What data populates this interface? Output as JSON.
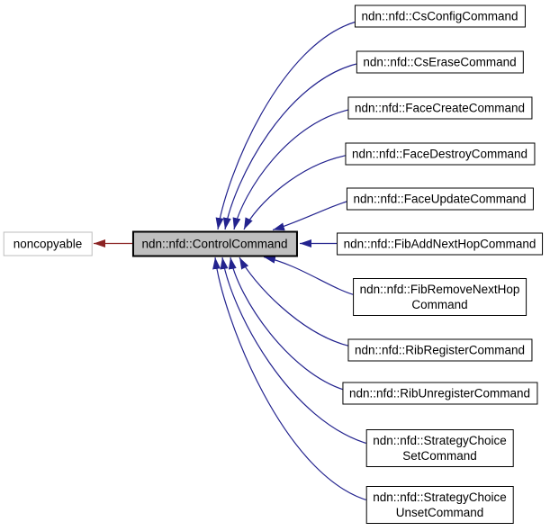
{
  "colors": {
    "edge_blue": "#23238e",
    "edge_red": "#8b2323",
    "main_node_fill": "#bfbfbf",
    "node_border": "#000000",
    "external_node_border": "#bdbdbd",
    "node_text": "#000000",
    "background": "#ffffff"
  },
  "diagram": {
    "type": "class-inheritance-graph",
    "base": {
      "label": "noncopyable",
      "relation_to_main": "private-inheritance"
    },
    "main": {
      "label": "ndn::nfd::ControlCommand"
    },
    "derived": [
      {
        "lines": [
          "ndn::nfd::CsConfigCommand"
        ]
      },
      {
        "lines": [
          "ndn::nfd::CsEraseCommand"
        ]
      },
      {
        "lines": [
          "ndn::nfd::FaceCreateCommand"
        ]
      },
      {
        "lines": [
          "ndn::nfd::FaceDestroyCommand"
        ]
      },
      {
        "lines": [
          "ndn::nfd::FaceUpdateCommand"
        ]
      },
      {
        "lines": [
          "ndn::nfd::FibAddNextHopCommand"
        ]
      },
      {
        "lines": [
          "ndn::nfd::FibRemoveNextHop",
          "Command"
        ]
      },
      {
        "lines": [
          "ndn::nfd::RibRegisterCommand"
        ]
      },
      {
        "lines": [
          "ndn::nfd::RibUnregisterCommand"
        ]
      },
      {
        "lines": [
          "ndn::nfd::StrategyChoice",
          "SetCommand"
        ]
      },
      {
        "lines": [
          "ndn::nfd::StrategyChoice",
          "UnsetCommand"
        ]
      }
    ]
  }
}
